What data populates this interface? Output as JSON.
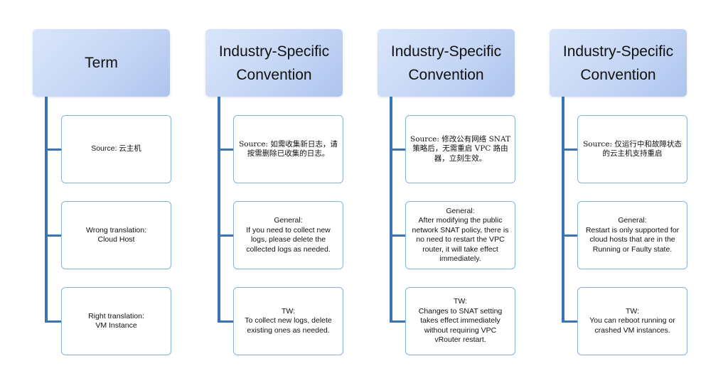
{
  "columns": [
    {
      "title": [
        "Term"
      ],
      "boxes": [
        {
          "lines": [
            "Source: 云主机"
          ]
        },
        {
          "lines": [
            "Wrong translation:",
            "Cloud Host"
          ]
        },
        {
          "lines": [
            "Right translation:",
            "VM Instance"
          ]
        }
      ]
    },
    {
      "title": [
        "Industry-Specific",
        "Convention"
      ],
      "boxes": [
        {
          "lines": [
            "Source: 如需收集新日志，请",
            "按需删除已收集的日志。"
          ]
        },
        {
          "lines": [
            "General:",
            "If you need to collect new",
            "logs, please delete the",
            "collected logs as needed."
          ]
        },
        {
          "lines": [
            "TW:",
            "To collect new logs, delete",
            "existing ones as needed."
          ]
        }
      ]
    },
    {
      "title": [
        "Industry-Specific",
        "Convention"
      ],
      "boxes": [
        {
          "lines": [
            "Source: 修改公有网络 SNAT",
            "策略后，无需重启 VPC 路由",
            "器，立刻生效。"
          ]
        },
        {
          "lines": [
            "General:",
            "After modifying the public",
            "network SNAT policy, there is",
            "no need to restart the VPC",
            "router, it will take effect",
            "immediately."
          ]
        },
        {
          "lines": [
            "TW:",
            "Changes to SNAT setting",
            "takes effect immediately",
            "without requiring VPC",
            "vRouter restart."
          ]
        }
      ]
    },
    {
      "title": [
        "Industry-Specific",
        "Convention"
      ],
      "boxes": [
        {
          "lines": [
            "Source: 仅运行中和故障状态",
            "的云主机支持重启"
          ]
        },
        {
          "lines": [
            "General:",
            "Restart is only supported for",
            "cloud hosts that are in the",
            "Running or Faulty state."
          ]
        },
        {
          "lines": [
            "TW:",
            "You can reboot running or",
            "crashed VM instances."
          ]
        }
      ]
    }
  ]
}
